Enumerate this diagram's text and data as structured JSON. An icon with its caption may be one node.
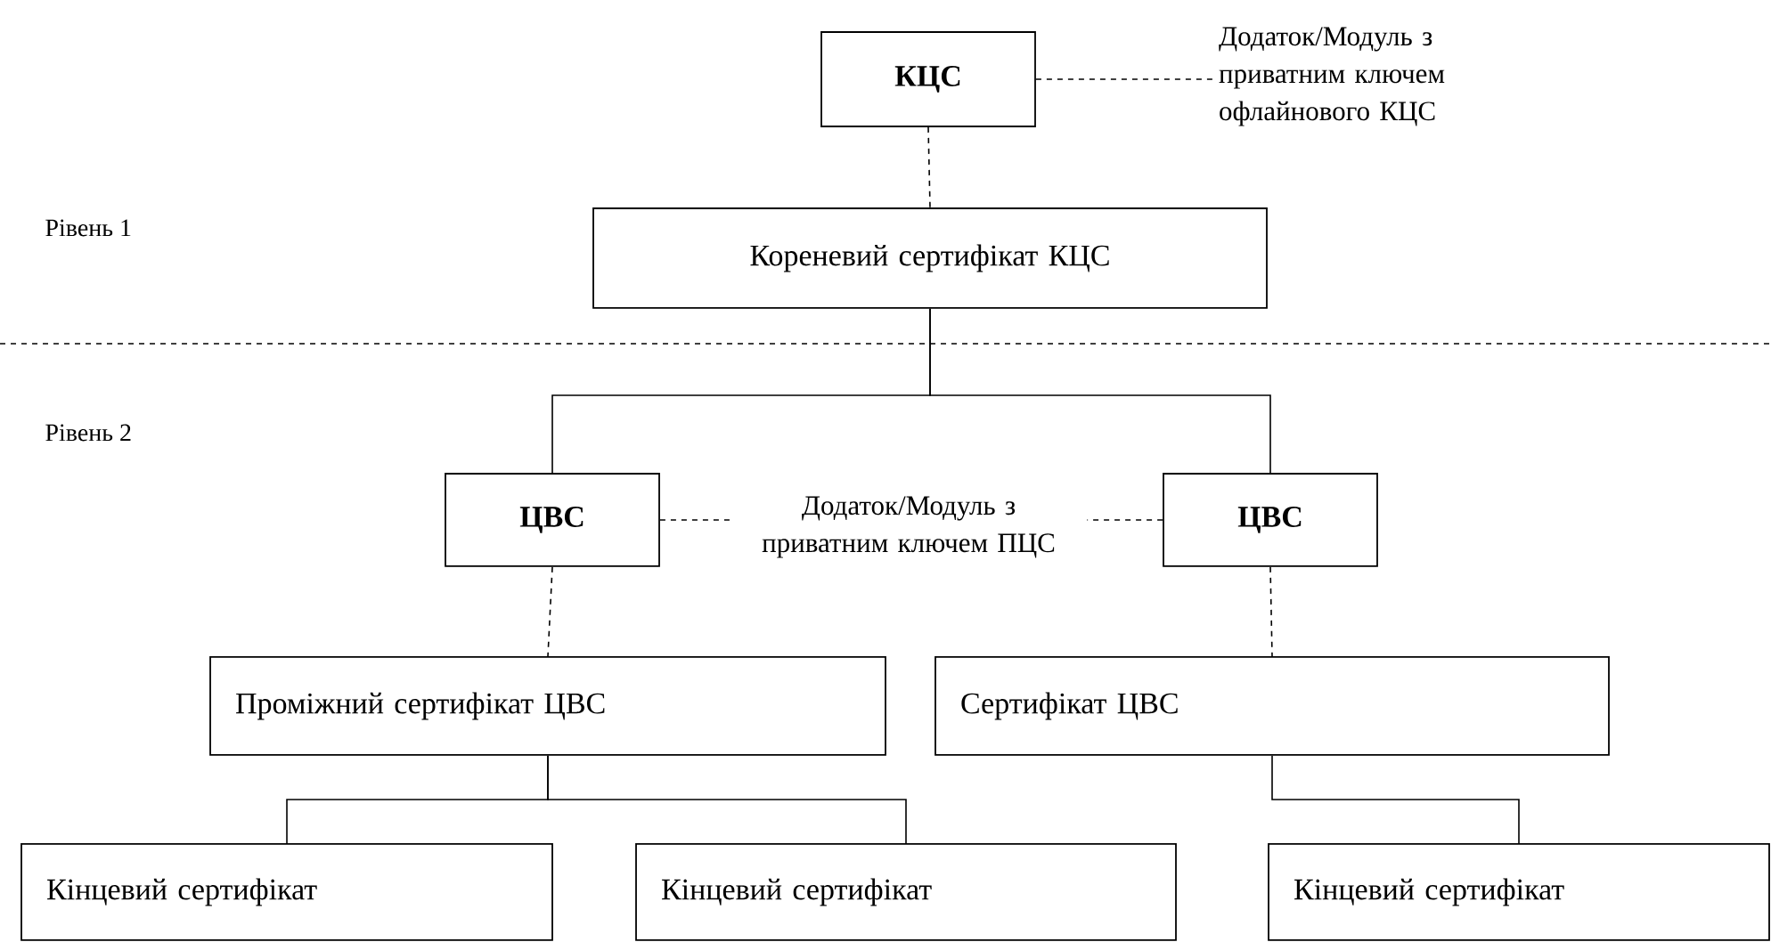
{
  "diagram": {
    "nodes": [
      {
        "text": [
          "**КЦС**"
        ]
      },
      {
        "text": [
          "Додаток/Модуль з приватним ключем офлайнового КЦС"
        ]
      },
      {
        "text": [
          "Кореневий сертифікат КЦС"
        ]
      },
      {
        "text": [
          "**ЦВС**"
        ]
      },
      {
        "text": [
          "Додаток/Модуль з приватним ключем ПЦС"
        ]
      },
      {
        "text": [
          "**ЦВС**"
        ]
      },
      {
        "text": [
          "Проміжний сертифікат ЦВС"
        ]
      },
      {
        "text": [
          "Сертифікат ЦВС"
        ]
      },
      {
        "text": [
          "Кінцевий сертифікат"
        ]
      },
      {
        "text": [
          "Кінцевий сертифікат"
        ]
      },
      {
        "text": [
          "Кінцевий сертифікат"
        ]
      }
    ],
    "edges": [
      {
        "from": 0,
        "to": 1,
        "arrow": "none",
        "style": "dashed"
      },
      {
        "from": 0,
        "to": 2,
        "arrow": "none",
        "style": "dashed"
      },
      {
        "from": 2,
        "to": 3,
        "arrow": "none"
      },
      {
        "from": 2,
        "to": 5,
        "arrow": "none"
      },
      {
        "from": 3,
        "to": 4,
        "arrow": "none",
        "style": "dashed"
      },
      {
        "from": 5,
        "to": 4,
        "arrow": "none",
        "style": "dashed"
      },
      {
        "from": 3,
        "to": 6,
        "arrow": "none",
        "style": "dashed"
      },
      {
        "from": 5,
        "to": 7,
        "arrow": "none",
        "style": "dashed"
      },
      {
        "from": 6,
        "to": 8,
        "arrow": "none"
      },
      {
        "from": 6,
        "to": 9,
        "arrow": "none"
      },
      {
        "from": 7,
        "to": 10,
        "arrow": "none"
      }
    ],
    "labels": [
      "Рівень 1",
      "Рівень 2"
    ]
  }
}
